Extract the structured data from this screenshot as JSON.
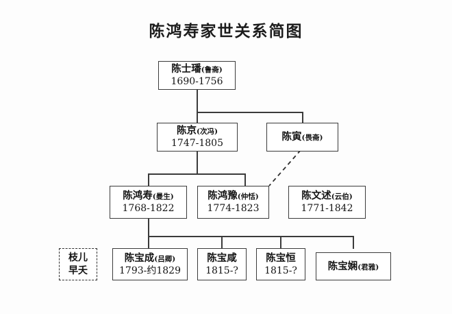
{
  "title": "陈鸿寿家世关系简图",
  "chart_data": {
    "type": "diagram",
    "title": "陈鸿寿家世关系简图",
    "diagram_kind": "family-tree",
    "generations": 4,
    "nodes": [
      {
        "id": "n1",
        "name": "陈士璠",
        "courtesy": "(鲁斋)",
        "years": "1690-1756",
        "generation": 1,
        "style": "solid"
      },
      {
        "id": "n2",
        "name": "陈京",
        "courtesy": "(次冯)",
        "years": "1747-1805",
        "generation": 2,
        "style": "solid"
      },
      {
        "id": "n3",
        "name": "陈寅",
        "courtesy": "(畏斋)",
        "years": "",
        "generation": 2,
        "style": "solid"
      },
      {
        "id": "n4",
        "name": "陈鸿寿",
        "courtesy": "(曼生)",
        "years": "1768-1822",
        "generation": 3,
        "style": "solid"
      },
      {
        "id": "n5",
        "name": "陈鸿豫",
        "courtesy": "(仲恬)",
        "years": "1774-1823",
        "generation": 3,
        "style": "solid"
      },
      {
        "id": "n6",
        "name": "陈文述",
        "courtesy": "(云伯)",
        "years": "1771-1842",
        "generation": 3,
        "style": "solid"
      },
      {
        "id": "n7",
        "line1": "枝儿",
        "line2": "早夭",
        "generation": 4,
        "style": "dashed"
      },
      {
        "id": "n8",
        "name": "陈宝成",
        "courtesy": "(吕卿)",
        "years": "1793-约1829",
        "generation": 4,
        "style": "solid"
      },
      {
        "id": "n9",
        "name": "陈宝咸",
        "courtesy": "",
        "years": "1815-?",
        "generation": 4,
        "style": "solid"
      },
      {
        "id": "n10",
        "name": "陈宝恒",
        "courtesy": "",
        "years": "1815-?",
        "generation": 4,
        "style": "solid"
      },
      {
        "id": "n11",
        "name": "陈宝娴",
        "courtesy": "(君雅)",
        "years": "",
        "generation": 4,
        "style": "solid"
      }
    ],
    "edges": [
      {
        "from": "n1",
        "to": "n2",
        "style": "solid"
      },
      {
        "from": "n1",
        "to": "n3",
        "style": "solid"
      },
      {
        "from": "n2",
        "to": "n4",
        "style": "solid"
      },
      {
        "from": "n2",
        "to": "n5",
        "style": "solid"
      },
      {
        "from": "n3",
        "to": "n5",
        "style": "dashed"
      },
      {
        "from": "n4",
        "to": "n8",
        "style": "solid"
      },
      {
        "from": "n4",
        "to": "n9",
        "style": "solid"
      },
      {
        "from": "n4",
        "to": "n10",
        "style": "solid"
      },
      {
        "from": "n4",
        "to": "n11",
        "style": "solid"
      }
    ],
    "colors": {
      "line": "#3a3a3a",
      "text": "#141414",
      "background": "#fdfdfd"
    }
  }
}
